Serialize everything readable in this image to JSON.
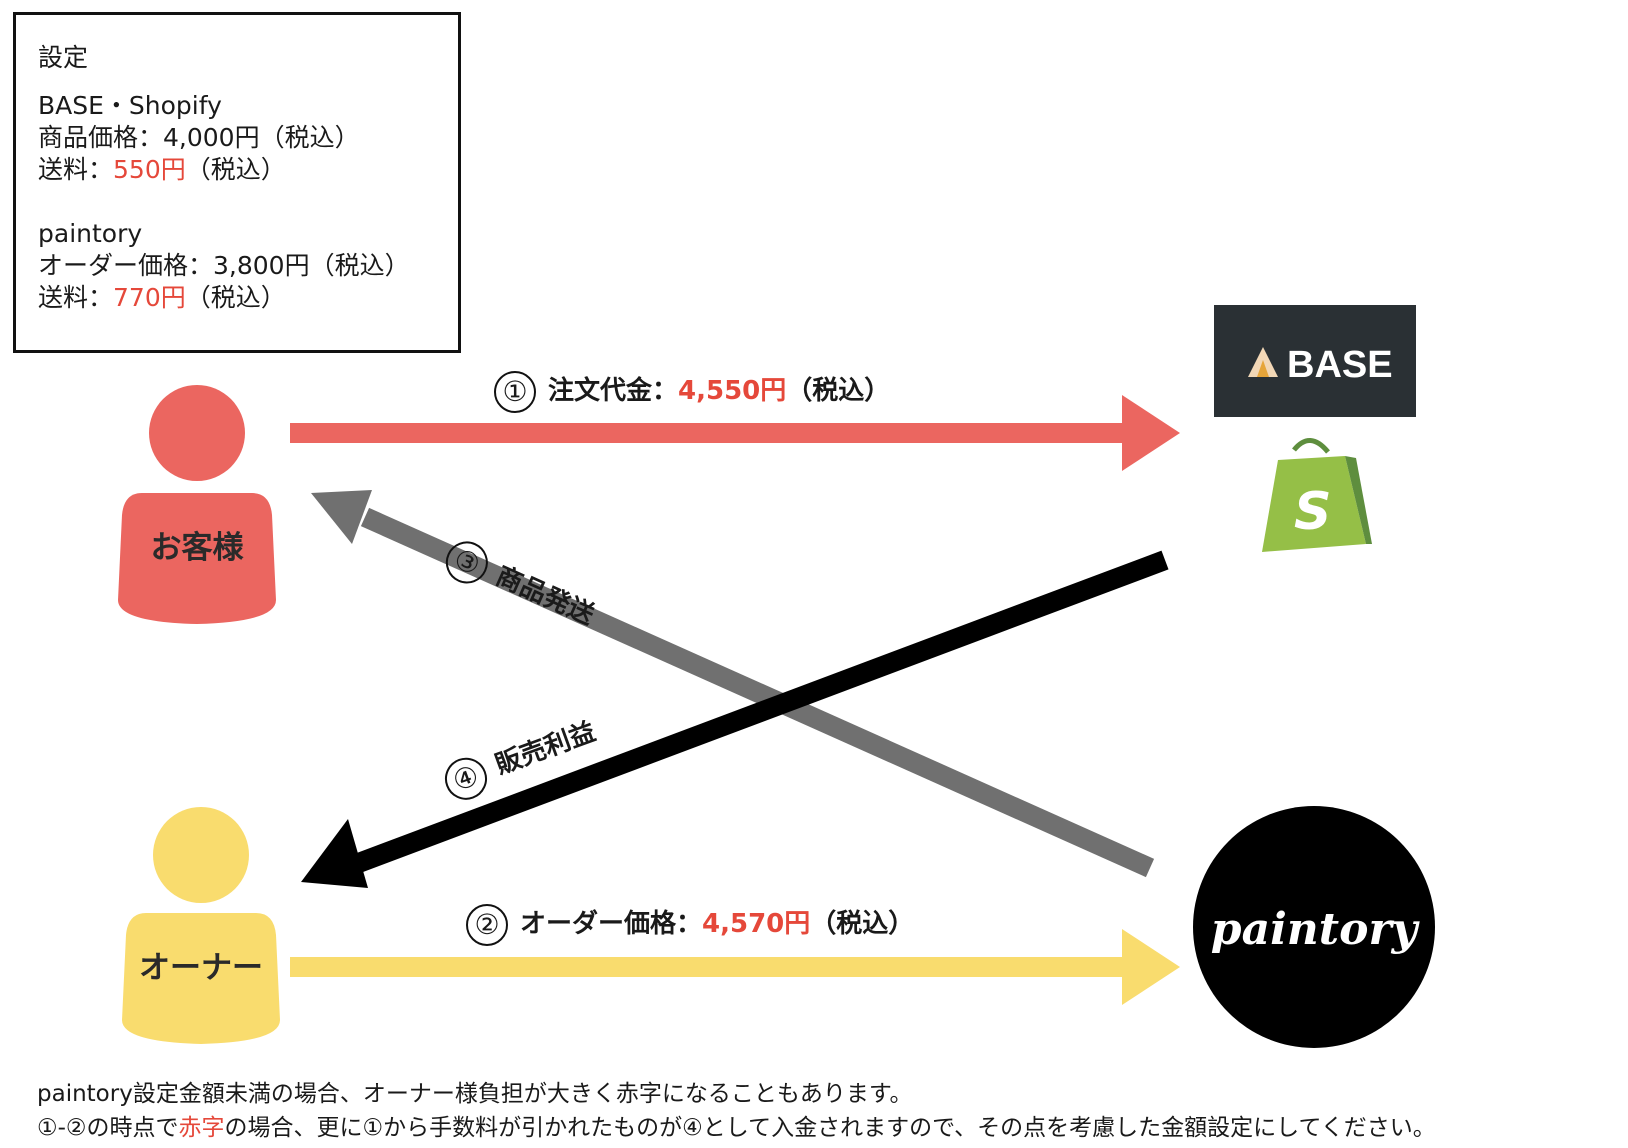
{
  "settings": {
    "title": "設定",
    "base_shopify": {
      "heading": "BASE・Shopify",
      "price_line": "商品価格：4,000円（税込）",
      "shipping_prefix": "送料：",
      "shipping_value": "550円",
      "shipping_suffix": "（税込）"
    },
    "paintory": {
      "heading": "paintory",
      "price_line": "オーダー価格：3,800円（税込）",
      "shipping_prefix": "送料：",
      "shipping_value": "770円",
      "shipping_suffix": "（税込）"
    }
  },
  "actors": {
    "customer": "お客様",
    "owner": "オーナー"
  },
  "logos": {
    "base": "BASE",
    "paintory": "paintory"
  },
  "flows": {
    "f1": {
      "num": "①",
      "label": "注文代金：",
      "amount": "4,550円",
      "suffix": "（税込）"
    },
    "f2": {
      "num": "②",
      "label": "オーダー価格：",
      "amount": "4,570円",
      "suffix": "（税込）"
    },
    "f3": {
      "num": "③",
      "label": "商品発送"
    },
    "f4": {
      "num": "④",
      "label": "販売利益"
    }
  },
  "footnotes": {
    "line1": "paintory設定金額未満の場合、オーナー様負担が大きく赤字になることもあります。",
    "line2_prefix": "①-②の時点で",
    "line2_red": "赤字",
    "line2_suffix": "の場合、更に①から手数料が引かれたものが④として入金されますので、その点を考慮した金額設定にしてください。"
  },
  "colors": {
    "customer": "#eb6660",
    "owner": "#f9dc6e",
    "base_bg": "#2a3034",
    "shopify": "#95bf47",
    "gray_arrow": "#707070",
    "black_arrow": "#000000",
    "red_text": "#e5483a"
  },
  "icons": [
    "base-logo-icon",
    "shopify-bag-icon",
    "paintory-logo-icon",
    "person-icon"
  ]
}
